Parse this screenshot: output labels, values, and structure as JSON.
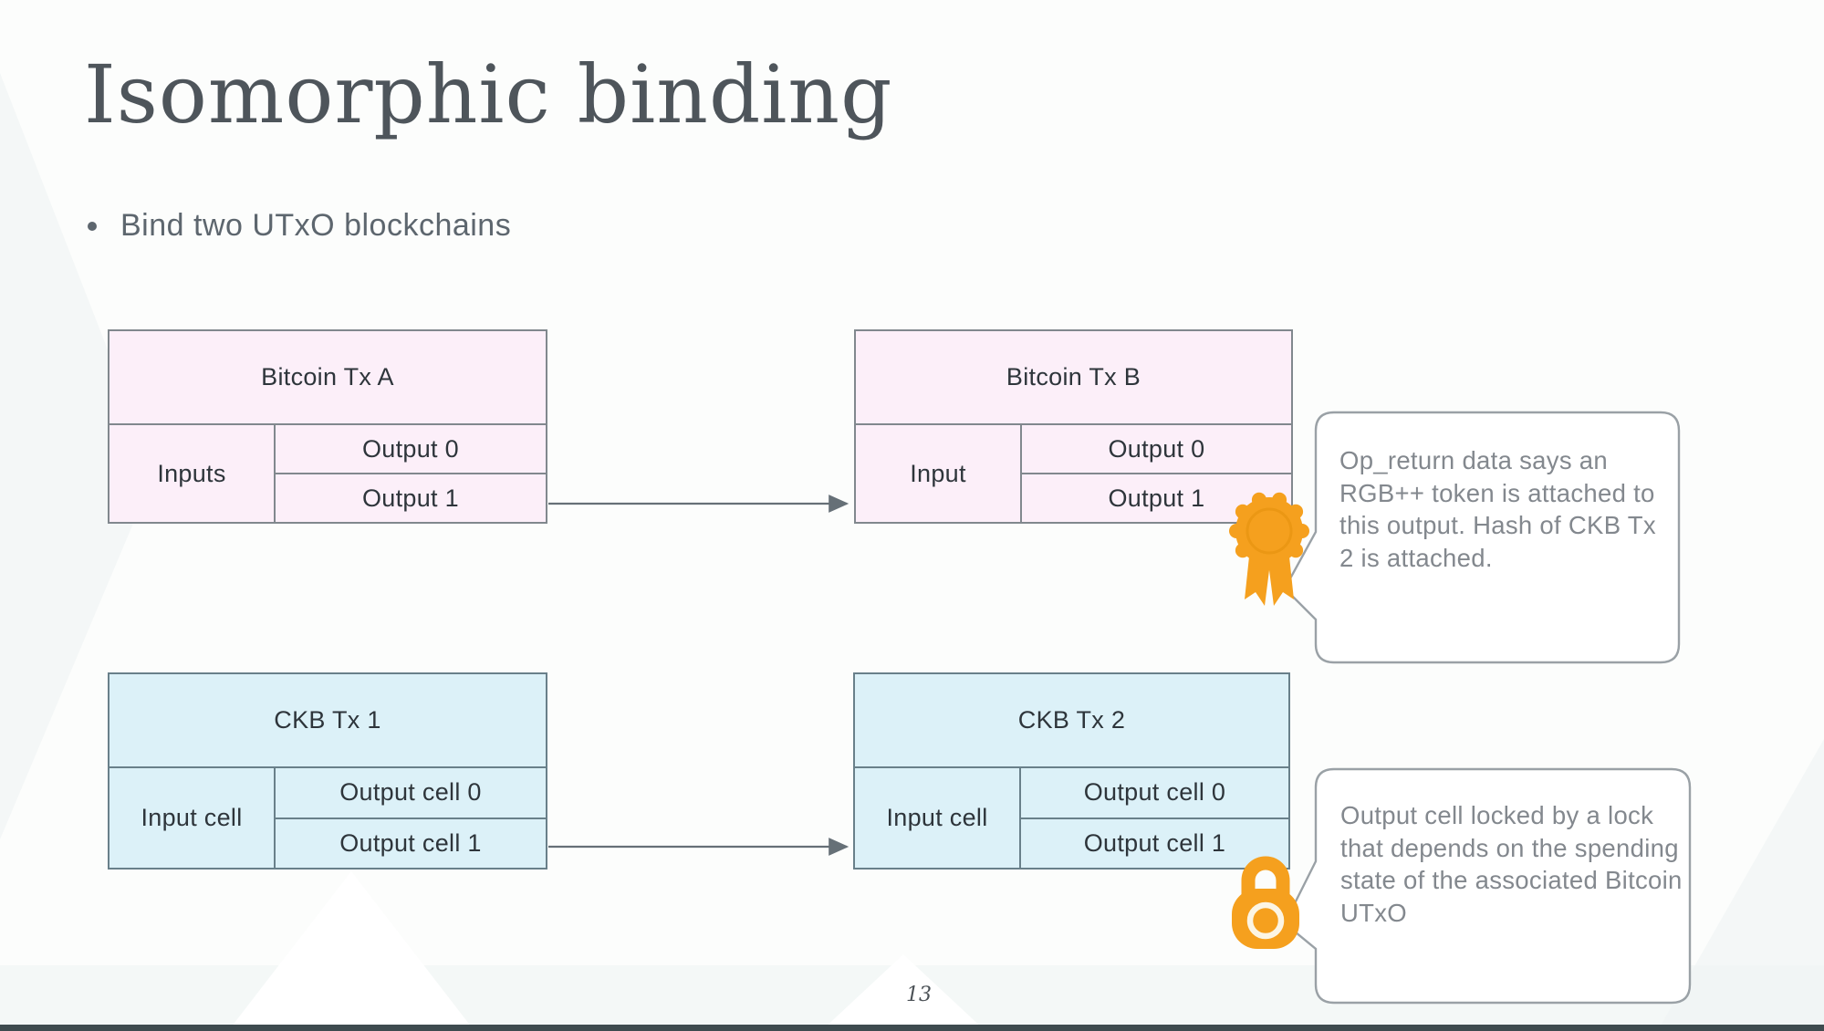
{
  "slide": {
    "title": "Isomorphic binding",
    "bullet": "Bind two UTxO blockchains",
    "page_number": "13"
  },
  "boxes": {
    "bitcoin_tx_a": {
      "title": "Bitcoin Tx A",
      "input_label": "Inputs",
      "outputs": [
        "Output 0",
        "Output 1"
      ]
    },
    "bitcoin_tx_b": {
      "title": "Bitcoin Tx B",
      "input_label": "Input",
      "outputs": [
        "Output 0",
        "Output 1"
      ]
    },
    "ckb_tx_1": {
      "title": "CKB Tx 1",
      "input_label": "Input cell",
      "outputs": [
        "Output cell 0",
        "Output cell 1"
      ]
    },
    "ckb_tx_2": {
      "title": "CKB Tx 2",
      "input_label": "Input cell",
      "outputs": [
        "Output cell 0",
        "Output cell 1"
      ]
    }
  },
  "callouts": {
    "op_return": "Op_return data says an RGB++ token is attached to this output. Hash of CKB Tx 2 is attached.",
    "lock": "Output cell locked by a lock that depends on the spending state of the associated Bitcoin UTxO"
  },
  "icons": {
    "seal": "award-seal-icon",
    "lock": "padlock-icon"
  },
  "colors": {
    "accent_orange": "#F5A01E",
    "pink_fill": "#fceff9",
    "blue_fill": "#dcf1f8",
    "bar": "#3e4b4f"
  }
}
